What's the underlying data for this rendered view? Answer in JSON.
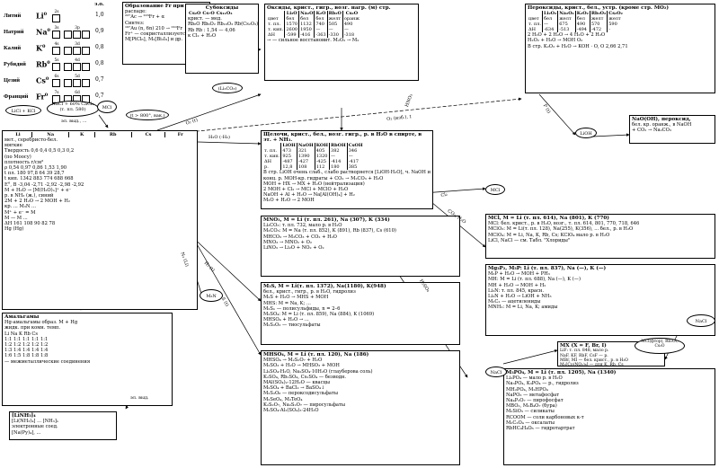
{
  "elements": {
    "header_col": "э.о.",
    "rows": [
      {
        "name": "Литий",
        "symbol": "Li",
        "charge": "0",
        "shells": [
          "2s"
        ],
        "value": "1,0"
      },
      {
        "name": "Натрий",
        "symbol": "Na",
        "charge": "0",
        "shells": [
          "3s",
          "3p"
        ],
        "value": "0,9"
      },
      {
        "name": "Калий",
        "symbol": "K",
        "charge": "0",
        "shells": [
          "4s",
          "3d"
        ],
        "value": "0,8"
      },
      {
        "name": "Рубидий",
        "symbol": "Rb",
        "charge": "0",
        "shells": [
          "5s",
          "4d"
        ],
        "value": "0,8"
      },
      {
        "name": "Цезий",
        "symbol": "Cs",
        "charge": "0",
        "shells": [
          "6s",
          "5d"
        ],
        "value": "0,7"
      },
      {
        "name": "Франций",
        "symbol": "Fr",
        "charge": "0",
        "shells": [
          "7s",
          "6d"
        ],
        "value": "0,7"
      }
    ]
  },
  "fr_box": {
    "title": "Образование Fr при радиоактивном",
    "lines": [
      "распаде:",
      "²²⁷Ac → ²²³Fr + α",
      "Синтез:",
      "¹⁹⁷Au (n, 6n) 210 → ²¹⁰Fr",
      "Fr⁺ — сокристаллизуется с Cs⁺ в виде",
      "M[PtCl₆], M₂[Bi₂I₉] и др."
    ]
  },
  "suboxide": {
    "title": "Субоксиды",
    "headers": [
      "Cs₂O",
      "Cs₇O",
      "Cs₁₁O₃"
    ],
    "lines": [
      "крист. — мед.",
      "Rb₆O  Rb₉O₂  Rb₁₆O₃  Rb(Cs₂O₃)",
      "Rb  Rb : 1,54 — 4,06",
      "к Cl₂ + H₂O"
    ]
  },
  "oxides_box": {
    "title": "Оксиды, крист., гигр., возг. нагр. (м) стр.",
    "headers": [
      "",
      "Li₂O",
      "Na₂O",
      "K₂O",
      "Rb₂O",
      "Cs₂O"
    ],
    "rows": [
      [
        "цвет",
        "бел",
        "бел",
        "бел",
        "желт",
        "оранж"
      ],
      [
        "т. пл.",
        "1570",
        "1132",
        "740",
        "505",
        "490"
      ],
      [
        "т. кип.",
        "2600",
        "1950",
        "—",
        "—",
        "—"
      ],
      [
        "ΔH",
        "-599",
        "-416",
        "-363",
        "-330",
        "-318"
      ]
    ],
    "note": "→ — сильное восстановит.   M₂O₂ → M₂"
  },
  "peroxide_box": {
    "title": "Пероксиды, крист., бел., устр. (кроме стр. MO₂)",
    "headers": [
      "",
      "Li₂O₂",
      "Na₂O₂",
      "K₂O₂",
      "Rb₂O₂",
      "Cs₂O₂"
    ],
    "rows": [
      [
        "цвет",
        "бел",
        "желт",
        "бел",
        "желт",
        "желт"
      ],
      [
        "т. пл.",
        "—",
        "675",
        "490",
        "570",
        "590"
      ],
      [
        "ΔH",
        "-634",
        "-513",
        "-494",
        "-472",
        "-"
      ]
    ],
    "lines": [
      "2 H₂O + 2 H₂O → 4 H₂O   + 2 H₂O",
      "H₂O₂ + H₂O → MOH   O₂",
      "В стр. K₂O₂ + H₂O → KOH  ·  O, O  2,66  2,71"
    ]
  },
  "superoxide_box": {
    "title": "NaO(OH), пероксид,",
    "lines": [
      "бел. кр. оранж., в NaOH",
      "+ CO₂ → Na₂CO₃"
    ]
  },
  "metals_table": {
    "headers": [
      "Li",
      "Na",
      "K",
      "Rb",
      "Cs",
      "Fr"
    ],
    "lines": [
      "мет., серебристо-бел.",
      "мягкие",
      "Твердость  0,6   0,4   0,5   0,3   0,2",
      "(по Моосу)",
      "плотность г/см³",
      "ρ    0,54   0,97   0,86   1,53   1,90",
      "t пл.  180   97,8   64   39   28,7",
      "t кип.  1342  883   774   688   668",
      "E°, В  -3,04 -2,71 -2,92 -2,98 -2,92",
      "M + H₂O → [M(H₂O)ₙ]⁺ + e⁻",
      "р. в NH₃  (ж.), синий",
      "2M + 2 H₂O → 2 MOH + H₂",
      "кр. ...  M₃N  ...",
      "M⁺ + e⁻ = M",
      "M — M  ...",
      "ΔH  161   108   90   82   78",
      "Hg (Hg)"
    ]
  },
  "hydroxide_box": {
    "title": "Щелочи, крист., бел., возг. гигр., р. в H₂O в спирте, в эт. + NH₃.",
    "headers": [
      "",
      "LiOH",
      "NaOH",
      "KOH",
      "RbOH",
      "CsOH"
    ],
    "rows": [
      [
        "т. пл.",
        "473",
        "321",
        "405",
        "382",
        "346"
      ],
      [
        "т. кип.",
        "925",
        "1390",
        "1320",
        "—",
        "—"
      ],
      [
        "ΔH",
        "-487",
        "-427",
        "-425",
        "-414",
        "-417"
      ],
      [
        "р.",
        "12,8",
        "108",
        "112",
        "180",
        "385"
      ]
    ],
    "lines": [
      "В стр. LiOH очень слаб., слабо растворяется [LiOH·H₂O], ч. NaOH и ч. KOH",
      "конц. р. MOH-кр. гидраты + CO₂ → M₂CO₃ + H₂O",
      "MOH + HX → MX + H₂O  (нейтрализация)",
      "2 MOH + Cl₂ → MCl + MClO + H₂O",
      "NaOH + Al + H₂O → Na[Al(OH)₄] + H₂",
      "M₂O + H₂O → 2 MOH"
    ]
  },
  "chlorides_box": {
    "title": "MCl, M = Li (т. пл. 614), Na (801), K (770)",
    "lines": [
      "MCl: бел. крист., р. в H₂O, возг., т. пл. 614, 801, 770, 718, 646",
      "MClO₃: M = Li(т. пл. 128), Na(255), K(356), ... бел., р. в H₂O",
      "MClO₄: M = Li, Na, K, Rb, Cs; KClO₄ мало р. в H₂O",
      "LiCl, NaCl — см. Табл. \"Хлориды\""
    ]
  },
  "sulfides_box": {
    "title": "M₂S, M = Li(т. пл. 1372), Na(1180), K(948)",
    "lines": [
      "бел., крист., гигр., р. в H₂O, гидролиз",
      "M₂S + H₂O → MHS + MOH",
      "MHS: M = Na, K; ...",
      "M₂Sₙ — полисульфиды, n = 2–6",
      "M₂SO₄: M = Li (т. пл. 859), Na (884), K (1069)",
      "MHSO₄ + H₂O → ...",
      "M₂S₂O₃ — тиосульфаты"
    ]
  },
  "carbonates_box": {
    "title": "MNO₃, M = Li (т. пл. 261), Na (307), K (334)",
    "lines": [
      "Li₂CO₃: т. пл. 732, мало р. в H₂O",
      "M₂CO₃: M = Na (т. пл. 852), K (891), Rb (837), Cs (610)",
      "MHCO₃ → M₂CO₃ + CO₂ + H₂O",
      "MNO₃ → MNO₂ + O₂",
      "LiNO₃ → Li₂O + NO₂ + O₂"
    ]
  },
  "nitrides_box": {
    "title": "Mg₃P₂, M₃P: Li (т. пл. 837), Na (—), K (—)",
    "lines": [
      "M₃P + H₂O → MOH + PH₃",
      "MH: M = Li (т. пл. 688), Na (—), K (—)",
      "MH + H₂O → MOH + H₂",
      "Li₃N: т. пл. 845, красн.",
      "Li₃N + H₂O → LiOH + NH₃",
      "M₂C₂ — ацетилениды",
      "MNH₂: M = Li, Na, K; амиды"
    ]
  },
  "halide_box": {
    "title": "MX (X = F, Br, I)",
    "lines": [
      "LiF: т. пл. 848, мало р.",
      "NaF, KF, RbF, CsF — р.",
      "MBr, MI — бел. крист., р. в H₂O",
      "M₃[Co(NO₂)₆] — для K, Rb, Cs",
      "NaCl·LiCl — см. Табл."
    ]
  },
  "complex_box": {
    "title": "[LiNH₃]₄",
    "lines": [
      "[Li(NH₃)₄] ... [NH₃]ₙ",
      "электронные соед.",
      "[Na(Py)₄], ..."
    ]
  },
  "amalgam_box": {
    "title": "Амальгамы",
    "lines": [
      "Hg-амальгамы образ. M + Hg",
      "жидк. при комн. темп.",
      "Li   Na   K   Rb   Cs",
      "1:1  1:1  1:1  1:1  1:1",
      "1:2  1:2  1:2  1:2  1:2",
      "1:3  1:4  1:4  1:4  1:4",
      "1:6  1:5  1:8  1:8  1:8",
      "— межметаллические соединения"
    ]
  },
  "nh4_box": {
    "title": "MHSO₄, M = Li (т. пл. 120), Na (186)",
    "lines": [
      "MHSO₄ → M₂S₂O₇ + H₂O",
      "M₂SO₃ + H₂O → MHSO₃ + MOH",
      "Li₂SO₄·H₂O, Na₂SO₄·10H₂O (глауберова соль)",
      "K₂SO₄, Rb₂SO₄, Cs₂SO₄ — безводн.",
      "MAl(SO₄)₂·12H₂O — квасцы",
      "M₂SO₄ + BaCl₂ → BaSO₄↓",
      "M₂S₂O₈ — пероксодисульфаты",
      "M₂SeO₄, M₂TeO₄",
      "K₂S₂O₇, Na₂S₂O₇ — пиросульфаты",
      "M₂SO₄·Al₂(SO₄)₃·24H₂O"
    ]
  },
  "phosphate_box": {
    "title": "M₃PO₄, M = Li (т. пл. 1205), Na (1340)",
    "lines": [
      "Li₃PO₄ — мало р. в H₂O",
      "Na₃PO₄, K₃PO₄ — р., гидролиз",
      "MH₂PO₄, M₂HPO₄",
      "NaPO₃ — метафосфат",
      "Na₄P₂O₇ — пирофосфат",
      "MBO₂, M₂B₄O₇ (бура)",
      "M₂SiO₃ — силикаты",
      "RCOOM — соли карбоновых к-т",
      "M₂C₂O₄ — оксалаты",
      "RbHC₄H₄O₆ — гидротартрат"
    ]
  },
  "bubbles": {
    "licl_kcl": "LiCl + KCl",
    "nacl_cacl2": "NaCl + 60% CaCl₂\n(т. пл. 580)",
    "mcl_top": "MCl",
    "t_800": "(t > 800°, вак.)",
    "li2co3": "(Li₂CO₃)",
    "lioh": "LiOH",
    "mcl_mid": "MCl",
    "m3n": "M₃N",
    "nacl_bot": "NaCl",
    "nacl_right": "NaCl",
    "nacl_right2": "MCl(фтор), Rb₂O₂, Cs₂O"
  },
  "edge_labels": {
    "el1": "эл. выд., ...",
    "el2": "O₂ (t)",
    "el3": "O₂ (изб.), t",
    "el4": "H₂O (-H₂)",
    "el5": "Cl₂",
    "el6": "N₂ (Li)",
    "el7": "S (t)",
    "el8": "H₂ (t)",
    "el9": "H₂SO₄",
    "el10": "CO₂, H₂O",
    "el11": "HNO₃",
    "el12": "P (t)",
    "el13": "эл. выд."
  }
}
